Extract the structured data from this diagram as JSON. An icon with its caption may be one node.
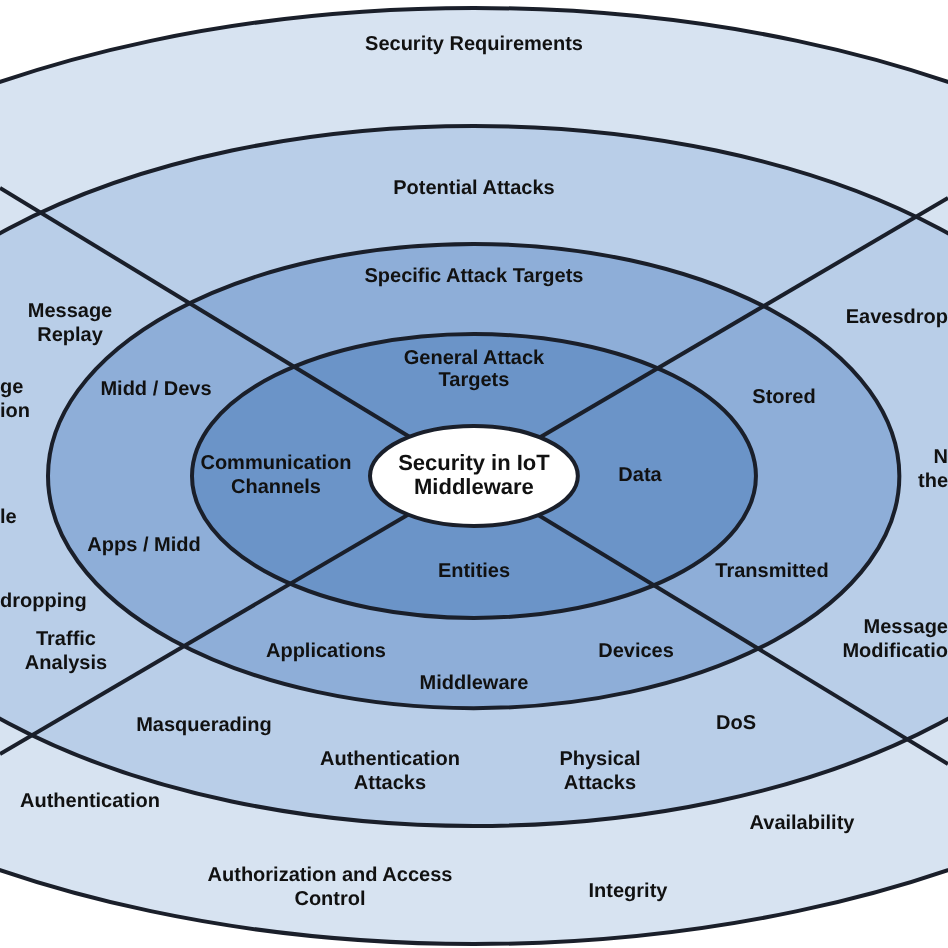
{
  "diagram": {
    "nodes": [
      {
        "text": [
          "Security Requirements"
        ]
      },
      {
        "text": [
          "Potential Attacks"
        ],
        "in": 0
      },
      {
        "text": [
          "Specific Attack Targets"
        ],
        "in": 1
      },
      {
        "text": [
          "General Attack Targets"
        ],
        "in": 2
      },
      {
        "text": [
          "Security in IoT Middleware"
        ],
        "in": 3
      }
    ],
    "labels": [
      "Message Replay",
      "Eavesdrop",
      "ge ion",
      "Midd / Devs",
      "Stored",
      "Communication Channels",
      "Data",
      "N the",
      "le",
      "Apps / Midd",
      "Entities",
      "Transmitted",
      "dropping",
      "Traffic Analysis",
      "Applications",
      "Devices",
      "Message Modificatio",
      "Middleware",
      "Masquerading",
      "DoS",
      "Authentication Attacks",
      "Physical Attacks",
      "Authentication",
      "Availability",
      "Authorization and Access Control",
      "Integrity"
    ]
  }
}
